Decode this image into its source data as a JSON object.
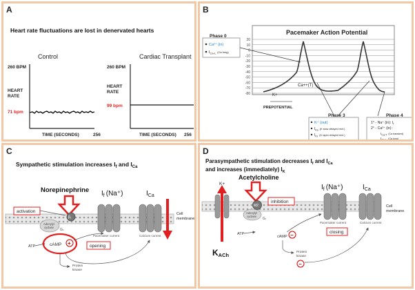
{
  "panels": {
    "a": {
      "letter": "A",
      "title": "Heart rate fluctuations are lost in denervated hearts",
      "control": {
        "label": "Control",
        "ytop": "260 BPM",
        "y_label_1": "HEART",
        "y_label_2": "RATE",
        "value": "71 bpm",
        "xlabel": "TIME (SECONDS)",
        "xmax": "256"
      },
      "transplant": {
        "label": "Cardiac Transplant",
        "ytop": "260 BPM",
        "y_label_1": "HEART",
        "y_label_2": "RATE",
        "value": "99 bpm",
        "xlabel": "TIME (SECONDS)",
        "xmax": "256"
      }
    },
    "b": {
      "letter": "B",
      "title": "Pacemaker Action Potential",
      "y_ticks": [
        "20",
        "10",
        "0",
        "-10",
        "-20",
        "-30",
        "-40",
        "-50",
        "-60",
        "-70",
        "-80"
      ],
      "phase0": {
        "title": "Phase 0",
        "line1": "Ca²⁺ (in)",
        "line2": "I",
        "line2_sub": "Ca-L",
        "line2_note": "(Ca long)"
      },
      "kplus": "K+",
      "ca_t": "Ca++(T)",
      "prepotential": "PREPOTENTIAL",
      "phase3": {
        "title": "Phase 3",
        "line1": "K⁺ (out)",
        "line2": "I",
        "line2_sub": "Ks",
        "line2_note": "(K slow delayed rect.)",
        "line3": "I",
        "line3_sub": "Kr",
        "line3_note": "(K rapid delayed rect.)"
      },
      "phase4": {
        "title": "Phase 4",
        "line1": "1° - Na⁺ (in): I",
        "line1_sub": "f",
        "line2": "2° - Ca²⁺ (in) :",
        "line3": "I",
        "line3_sub": "Ca-T",
        "line3_note": "(Ca transient)",
        "line4": "I",
        "line4_sub": "Ca-L",
        "line4_note": "(Ca long)"
      }
    },
    "c": {
      "letter": "C",
      "title_1": "Sympathetic stimulation  increases I",
      "title_sub1": "f",
      "title_2": " and I",
      "title_sub2": "Ca",
      "neurotransmitter": "Norepinephrine",
      "if_label": "I",
      "if_sub": "f",
      "if_ion": "(Na⁺)",
      "ica_label": "I",
      "ica_sub": "Ca",
      "cell_membrane_1": "Cell",
      "cell_membrane_2": "membrane",
      "activation": "activation",
      "opening": "opening",
      "receptor": "β₁",
      "adenylyl_1": "Adenylyl",
      "adenylyl_2": "cyclase",
      "gs": "Gₛ",
      "atp": "ATP",
      "camp": "cAMP",
      "plus": "+",
      "pacemaker_current": "Pacemaker current",
      "calcium_current": "Calcium current",
      "protein_1": "Protein",
      "protein_2": "kinase"
    },
    "d": {
      "letter": "D",
      "title_line1_a": "Parasympathetic stimulation decreases I",
      "title_line1_sub1": "f",
      "title_line1_b": " and I",
      "title_line1_sub2": "Ca",
      "title_line2_a": "and increases (immediately) I",
      "title_line2_sub": "K",
      "neurotransmitter": "Acetylcholine",
      "kplus": "K+",
      "kach": "K",
      "kach_sub": "ACh",
      "receptor": "M2",
      "inhibition": "inhibition",
      "closing": "closing",
      "if_label": "I",
      "if_sub": "f",
      "if_ion": "(Na⁺)",
      "ica_label": "I",
      "ica_sub": "Ca",
      "cell_membrane_1": "Cell",
      "cell_membrane_2": "membrane",
      "adenylyl_1": "Adenylyl",
      "adenylyl_2": "cyclase",
      "gi": "Gᵢ",
      "atp": "ATP",
      "camp": "cAMP",
      "minus": "−",
      "pacemaker_current": "Pacemaker current",
      "calcium_current": "Calcium current",
      "protein_1": "Protein",
      "protein_2": "kinase"
    }
  },
  "colors": {
    "border": "#f2c7a6",
    "red": "#e02020",
    "blue_text": "#1a7fd0",
    "grid": "#8a8a8a"
  }
}
